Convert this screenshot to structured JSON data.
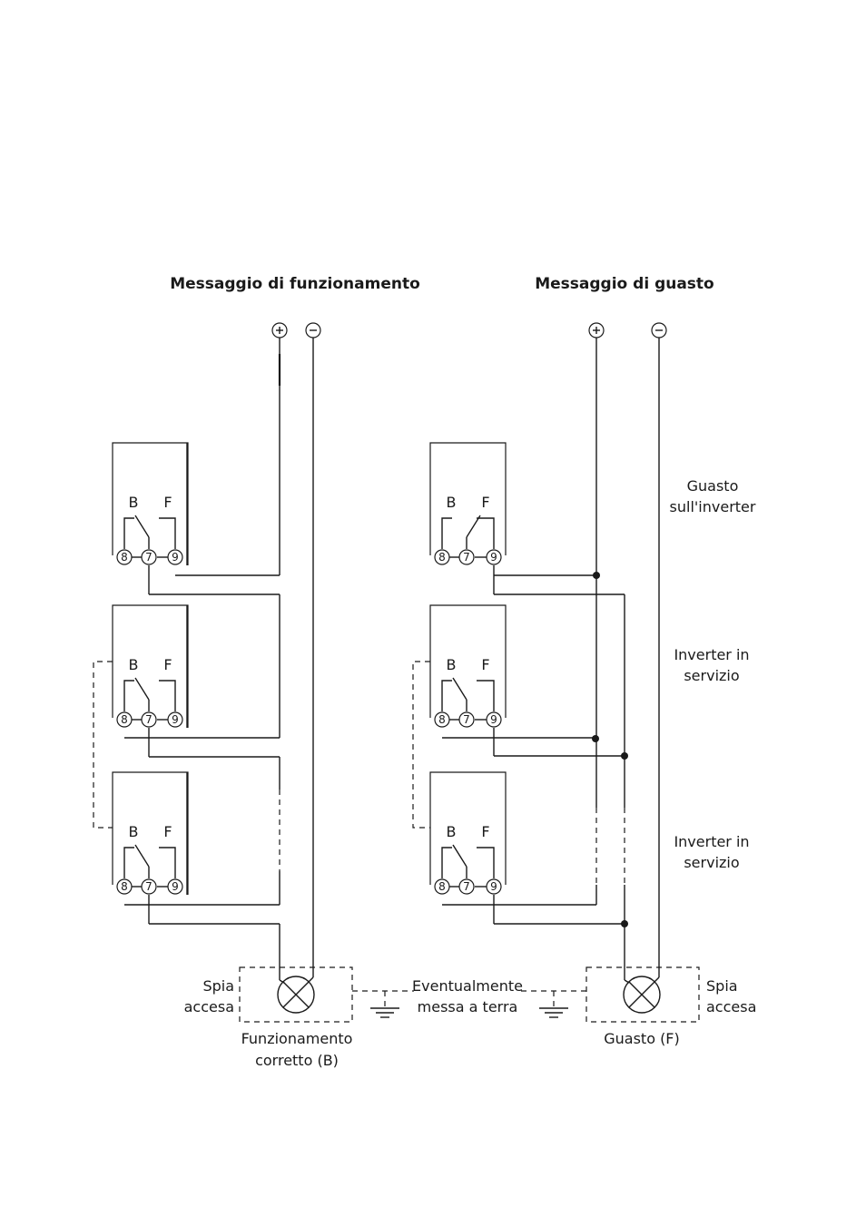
{
  "titles": {
    "left": "Messaggio di funzionamento",
    "right": "Messaggio di guasto"
  },
  "terminals": {
    "plus": "+",
    "minus": "−"
  },
  "relay": {
    "contact_b": "B",
    "contact_f": "F",
    "terminal_8": "8",
    "terminal_7": "7",
    "terminal_9": "9"
  },
  "side_labels": {
    "fault_inverter": [
      "Guasto",
      "sull'inverter"
    ],
    "inverter_running_1": [
      "Inverter in",
      "servizio"
    ],
    "inverter_running_2": [
      "Inverter in",
      "servizio"
    ]
  },
  "lamps": {
    "left_side": [
      "Spia",
      "accesa"
    ],
    "left_caption": [
      "Funzionamento",
      "corretto (B)"
    ],
    "right_side": [
      "Spia",
      "accesa"
    ],
    "right_caption": "Guasto (F)"
  },
  "earth_note": [
    "Eventualmente",
    "messa a terra"
  ]
}
